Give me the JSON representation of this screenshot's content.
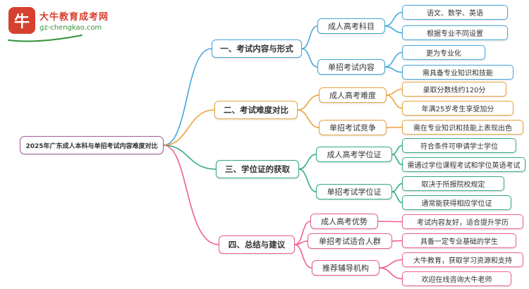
{
  "logo": {
    "title": "大牛教育成考网",
    "url": "gz-chengkao.com",
    "icon_glyph": "牛"
  },
  "root": {
    "label": "2025年广东成人本科与单招考试内容难度对比"
  },
  "colors": {
    "root_border": "#a55ca5",
    "branch1": "#45a6dc",
    "branch2": "#e9a33c",
    "branch3": "#32ab85",
    "branch4": "#ee5f90",
    "logo_red": "#d6402e",
    "logo_green": "#35923c"
  },
  "branches": [
    {
      "label": "一、考试内容与形式",
      "children": [
        {
          "label": "成人高考科目",
          "leaves": [
            "语文、数学、英语",
            "根据专业不同设置"
          ]
        },
        {
          "label": "单招考试内容",
          "leaves": [
            "更为专业化",
            "需具备专业知识和技能"
          ]
        }
      ]
    },
    {
      "label": "二、考试难度对比",
      "children": [
        {
          "label": "成人高考难度",
          "leaves": [
            "录取分数线约120分",
            "年满25岁考生享受加分"
          ]
        },
        {
          "label": "单招考试竞争",
          "leaves": [
            "需在专业知识和技能上表现出色"
          ]
        }
      ]
    },
    {
      "label": "三、学位证的获取",
      "children": [
        {
          "label": "成人高考学位证",
          "leaves": [
            "符合条件可申请学士学位",
            "需通过学位课程考试和学位英语考试"
          ]
        },
        {
          "label": "单招考试学位证",
          "leaves": [
            "取决于所报院校规定",
            "通常能获得相应学位证"
          ]
        }
      ]
    },
    {
      "label": "四、总结与建议",
      "children": [
        {
          "label": "成人高考优势",
          "leaves": [
            "考试内容友好，适合提升学历"
          ]
        },
        {
          "label": "单招考试适合人群",
          "leaves": [
            "具备一定专业基础的学生"
          ]
        },
        {
          "label": "推荐辅导机构",
          "leaves": [
            "大牛教育，获取学习资源和支持",
            "欢迎在线咨询大牛老师"
          ]
        }
      ]
    }
  ]
}
